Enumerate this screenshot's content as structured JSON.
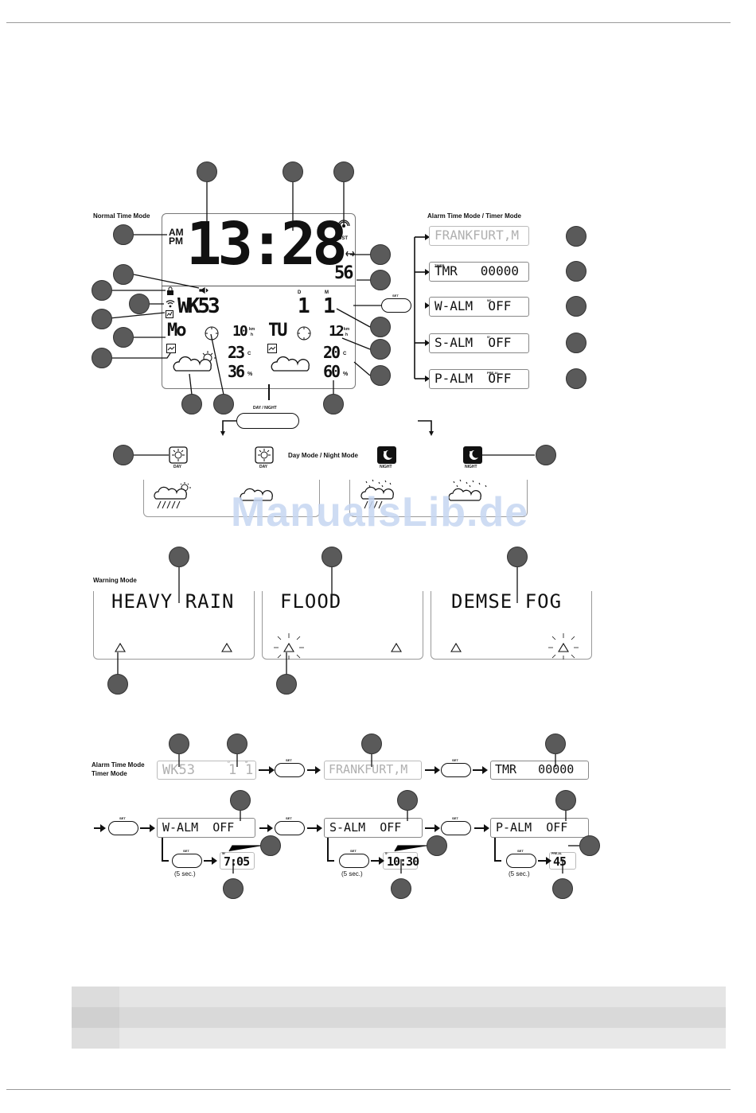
{
  "headers": {
    "normal_time_mode": "Normal Time Mode",
    "alarm_timer_mode": "Alarm Time Mode / Timer Mode",
    "day_night_mode": "Day Mode / Night Mode",
    "warning_mode": "Warning Mode",
    "alarm_time_mode": "Alarm Time Mode",
    "timer_mode": "Timer Mode"
  },
  "main_lcd": {
    "am": "AM",
    "pm": "PM",
    "time": "13:28",
    "seconds": "56",
    "dst": "DST",
    "week_prefix": "WK",
    "week": "53",
    "day_label": "D",
    "month_label": "M",
    "day": "1",
    "month": "1",
    "weekday_today": "Mo",
    "weekday_tomorrow": "TU",
    "wind_today": "10",
    "wind_tomorrow": "12",
    "wind_unit_top": "km",
    "wind_unit_bottom": "h",
    "temp_today": "23",
    "temp_tomorrow": "20",
    "temp_unit": "C",
    "humidity_today": "36",
    "humidity_tomorrow": "60",
    "humidity_unit": "%",
    "day_night_button": "DAY / NIGHT"
  },
  "side_displays": [
    {
      "text": "FRANKFURT,M",
      "style": "faint",
      "tag": ""
    },
    {
      "text": "TMR   00000",
      "style": "dark",
      "tag": "TIMER"
    },
    {
      "text": "W-ALM  OFF",
      "style": "dark",
      "tag": "W¹"
    },
    {
      "text": "S-ALM  OFF",
      "style": "dark",
      "tag": "S¹"
    },
    {
      "text": "P-ALM  OFF",
      "style": "dark",
      "tag": "PRE-AL"
    }
  ],
  "set_label": "SET",
  "day_icon_label": "DAY",
  "night_icon_label": "NIGHT",
  "warnings": [
    "HEAVY RAIN",
    "FLOOD",
    "DEMSE FOG"
  ],
  "sequence": {
    "date_display": {
      "week": "WK53",
      "day": "1",
      "month": "1",
      "d": "D",
      "m": "M"
    },
    "city": "FRANKFURT,M",
    "timer": "TMR   00000",
    "alarms": [
      {
        "name": "W-ALM  OFF",
        "sub": "7:05",
        "tag": "W¹"
      },
      {
        "name": "S-ALM  OFF",
        "sub": "10:30",
        "tag": "S¹"
      },
      {
        "name": "P-ALM  OFF",
        "sub": "45",
        "tag": "PRE-AL"
      }
    ],
    "hold_label": "(5 sec.)"
  },
  "watermark": "ManualsLib.de",
  "colors": {
    "callout": "#5a5a5a",
    "line": "#111111",
    "faint": "#b0b0b0",
    "watermark": "#c6d6f2",
    "table_dark": "#e3e3e3",
    "table_light": "#efefef"
  }
}
